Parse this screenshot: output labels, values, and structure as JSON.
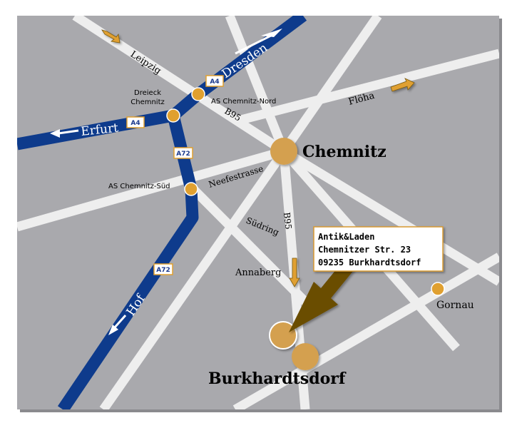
{
  "map": {
    "cities": {
      "chemnitz": "Chemnitz",
      "burkhardtsdorf": "Burkhardtsdorf",
      "gornau": "Gornau"
    },
    "junctions": {
      "dreieck_line1": "Dreieck",
      "dreieck_line2": "Chemnitz",
      "nord": "AS Chemnitz-Nord",
      "sued": "AS Chemnitz-Süd"
    },
    "highway_labels": {
      "dresden": "Dresden",
      "erfurt": "Erfurt",
      "hof": "Hof"
    },
    "shields": {
      "a4_top": "A4",
      "a4_left": "A4",
      "a72_upper": "A72",
      "a72_lower": "A72"
    },
    "roads": {
      "leipzig": "Leipzig",
      "floeha": "Flöha",
      "b95_top": "B95",
      "b95_south": "B95",
      "neefestrasse": "Neefestrasse",
      "suedring": "Südring",
      "annaberg": "Annaberg"
    },
    "address": {
      "line1": "Antik&Laden",
      "line2": "Chemnitzer Str. 23",
      "line3": "09235 Burkhardtsdorf"
    },
    "colors": {
      "background": "#a9a9ad",
      "road": "#eeeeee",
      "highway": "#0e3b8c",
      "marker": "#e0a030",
      "city_circle": "#d4a050",
      "arrow": "#6b4e06",
      "address_border": "#d89a30"
    }
  }
}
